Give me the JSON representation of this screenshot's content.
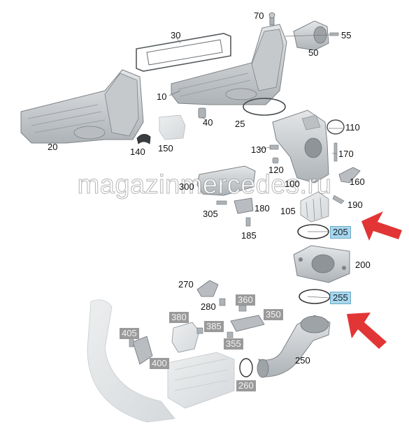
{
  "diagram": {
    "callouts": {
      "c10": "10",
      "c20": "20",
      "c25": "25",
      "c30": "30",
      "c40": "40",
      "c50": "50",
      "c55": "55",
      "c70": "70",
      "c100": "100",
      "c105": "105",
      "c110": "110",
      "c120": "120",
      "c130": "130",
      "c140": "140",
      "c150": "150",
      "c160": "160",
      "c170": "170",
      "c180": "180",
      "c185": "185",
      "c190": "190",
      "c200": "200",
      "c205": "205",
      "c250": "250",
      "c255": "255",
      "c260": "260",
      "c270": "270",
      "c280": "280",
      "c300": "300",
      "c305": "305",
      "c350": "350",
      "c355": "355",
      "c360": "360",
      "c380": "380",
      "c385": "385",
      "c400": "400",
      "c405": "405"
    },
    "highlighted_parts": [
      "205",
      "255"
    ],
    "watermark": "magazinmercedes.ru"
  },
  "colors": {
    "part_fill": "#cfd2d5",
    "part_stroke": "#7d8286",
    "ghost_part": "#e3e6e8",
    "arrow_red": "#e02424",
    "highlight_blue": "#a9d6ea",
    "highlight_gray": "#9a9a9a"
  }
}
